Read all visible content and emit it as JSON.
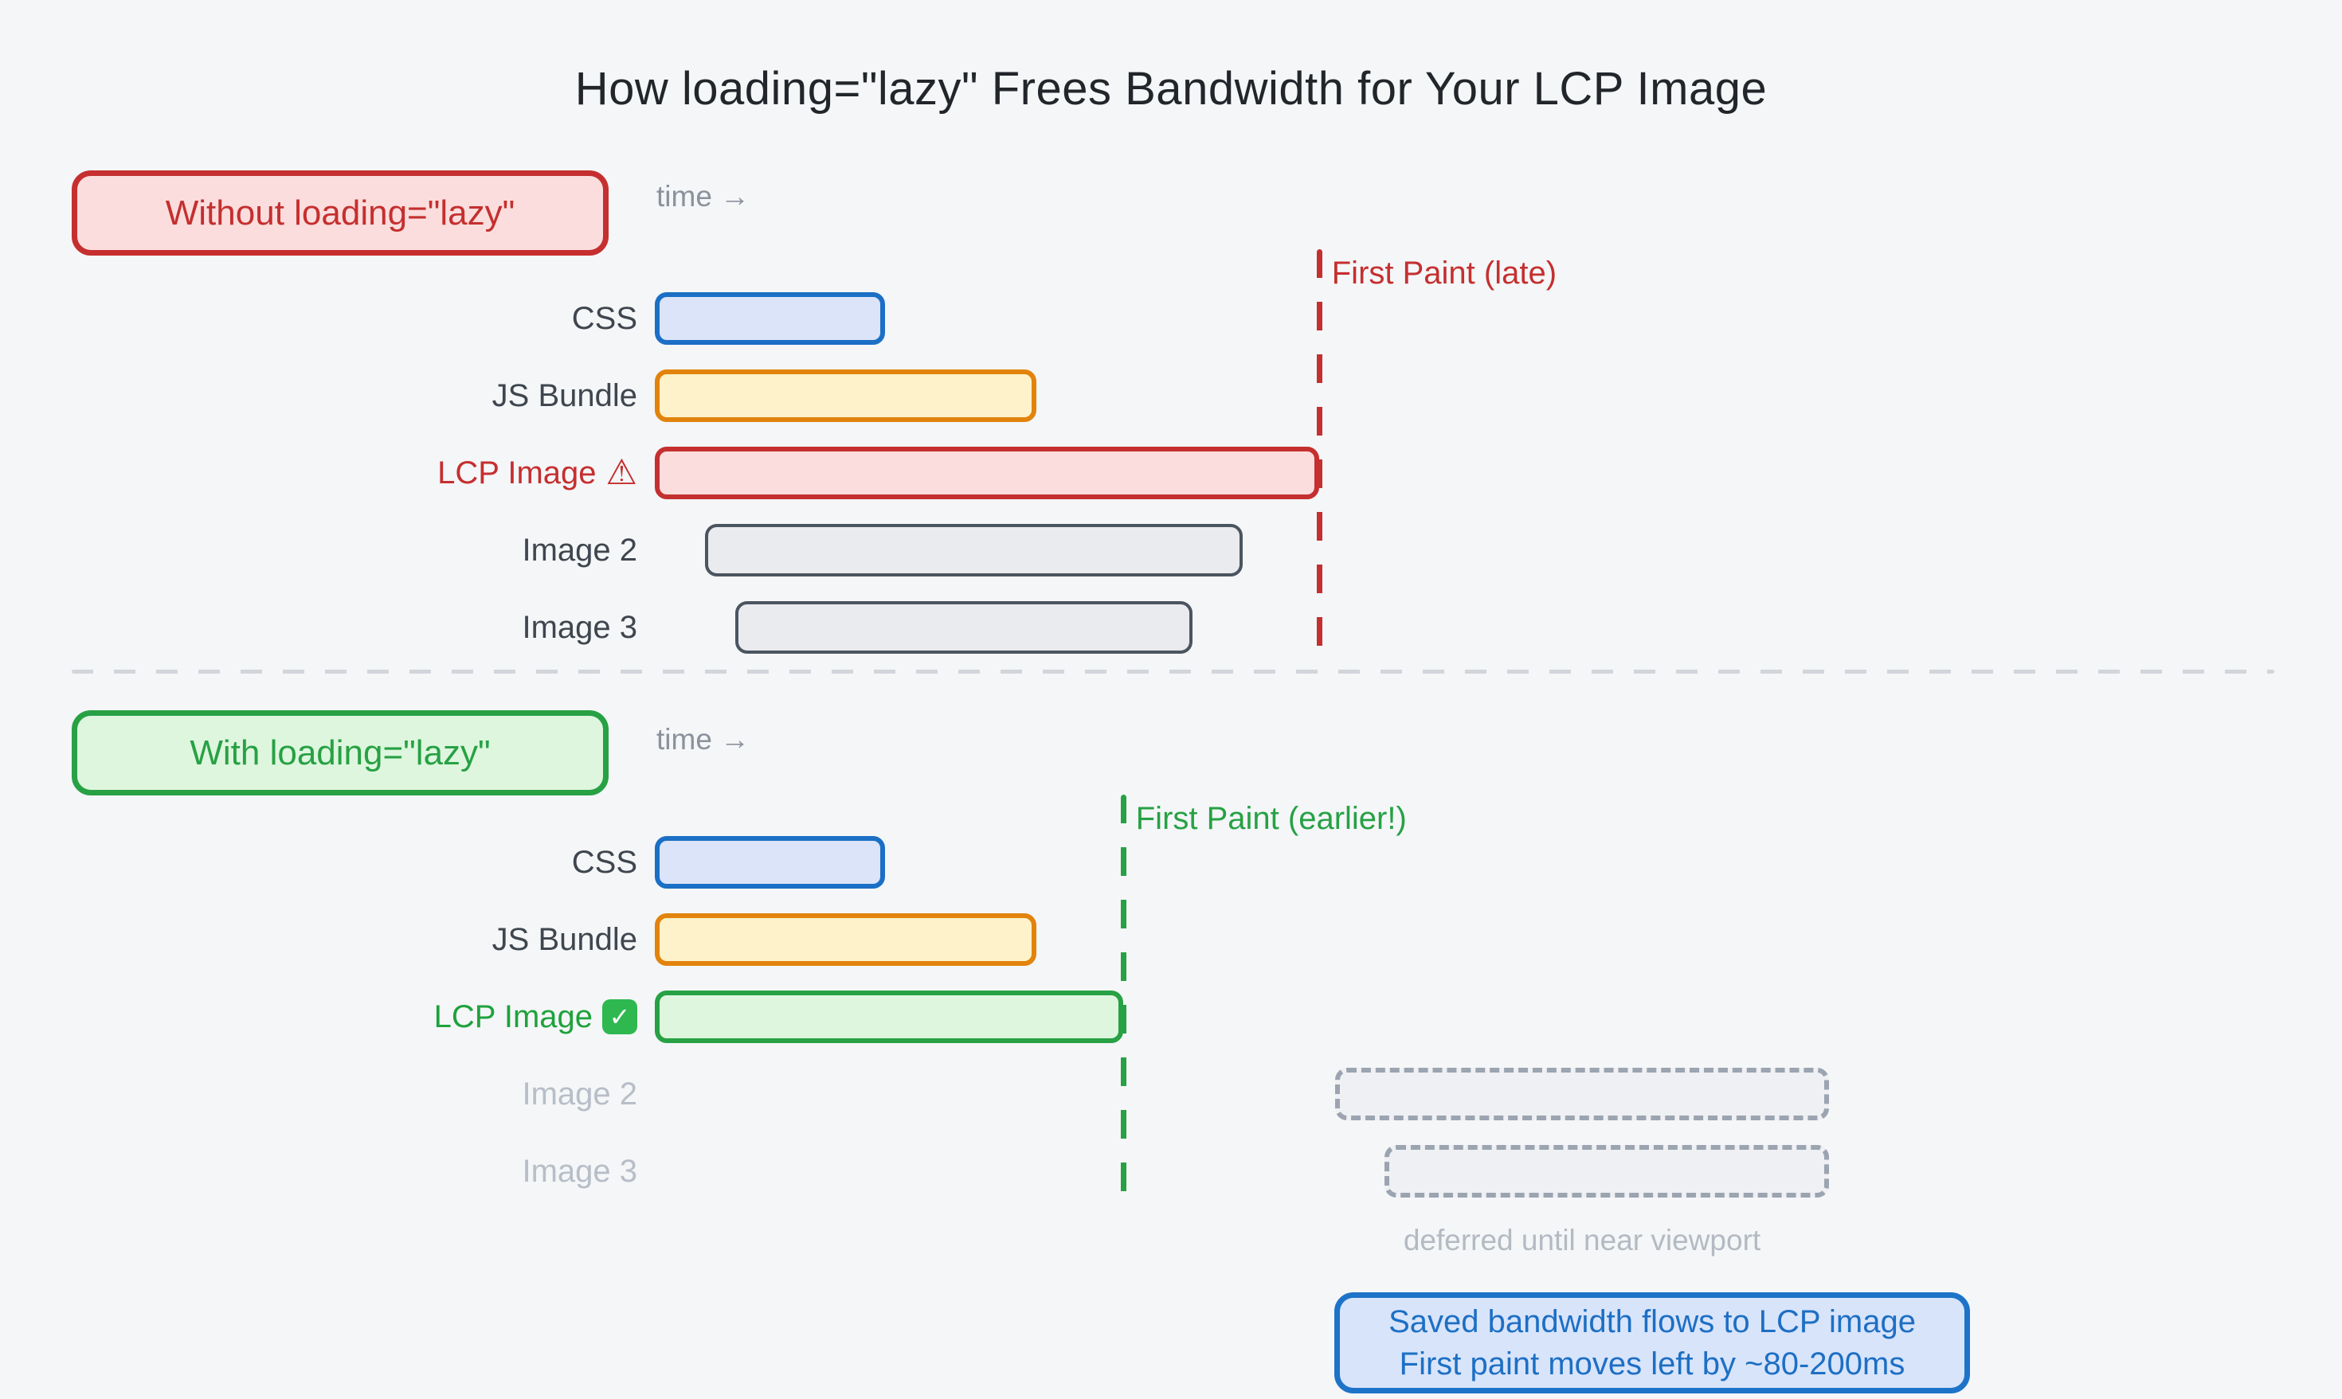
{
  "title": "How loading=\"lazy\" Frees Bandwidth for Your LCP Image",
  "icons": {
    "warning": "⚠",
    "check": "✓"
  },
  "colors": {
    "background": "#f4f6f8",
    "red": "#c52f2f",
    "green": "#27a144",
    "blue": "#1b6fc5",
    "orange": "#e2830c",
    "gray_bar_border": "#4b5560",
    "deferred_border": "#9ba4b0",
    "callout_blue": "#1d73c8",
    "muted_text": "#8b929c"
  },
  "sections": [
    {
      "id": "without",
      "badge": "Without loading=\"lazy\"",
      "badge_style": "red",
      "time_label": "time →",
      "marker": {
        "label": "First Paint (late)",
        "t": 50.5,
        "color": "red"
      },
      "rows": [
        {
          "label": "CSS",
          "start": 0,
          "end": 17.5,
          "style": "css"
        },
        {
          "label": "JS Bundle",
          "start": 0,
          "end": 29,
          "style": "js"
        },
        {
          "label": "LCP Image",
          "icon": "warning",
          "label_style": "red",
          "start": 0,
          "end": 50.5,
          "style": "lcp-bad"
        },
        {
          "label": "Image 2",
          "start": 3.8,
          "end": 44.7,
          "style": "gray"
        },
        {
          "label": "Image 3",
          "start": 6.1,
          "end": 40.9,
          "style": "gray"
        }
      ]
    },
    {
      "id": "with",
      "badge": "With loading=\"lazy\"",
      "badge_style": "green",
      "time_label": "time →",
      "marker": {
        "label": "First Paint (earlier!)",
        "t": 35.6,
        "color": "green"
      },
      "rows": [
        {
          "label": "CSS",
          "start": 0,
          "end": 17.5,
          "style": "css"
        },
        {
          "label": "JS Bundle",
          "start": 0,
          "end": 29,
          "style": "js"
        },
        {
          "label": "LCP Image",
          "icon": "check",
          "label_style": "green",
          "start": 0,
          "end": 35.6,
          "style": "lcp-good"
        },
        {
          "label": "Image 2",
          "label_style": "faded",
          "start": 51.7,
          "end": 89.3,
          "style": "deferred"
        },
        {
          "label": "Image 3",
          "label_style": "faded",
          "start": 55.5,
          "end": 89.3,
          "style": "deferred"
        }
      ],
      "deferred_note": "deferred until near viewport",
      "callout": {
        "line1": "Saved bandwidth flows to LCP image",
        "line2": "First paint moves left by ~80-200ms"
      }
    }
  ]
}
